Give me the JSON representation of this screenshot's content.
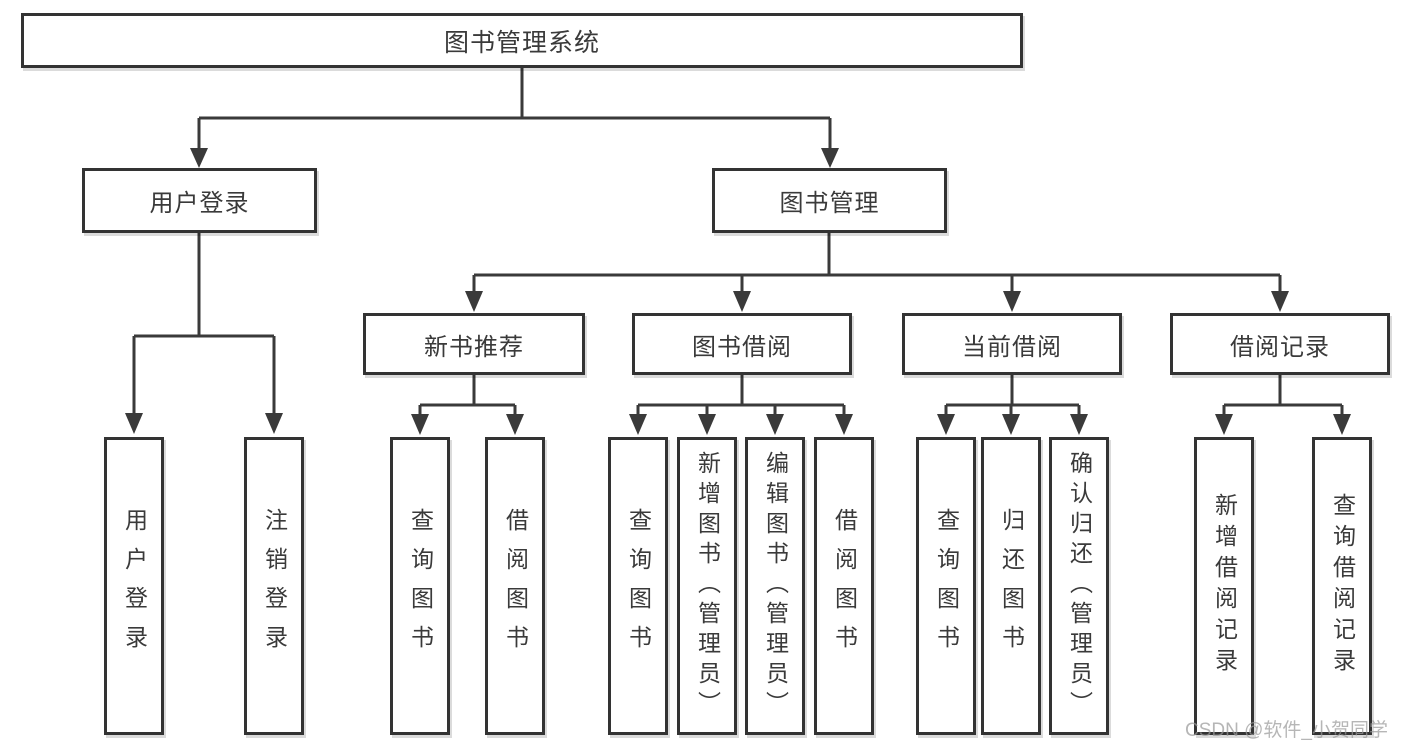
{
  "diagram": {
    "root": "图书管理系统",
    "level2": [
      "用户登录",
      "图书管理"
    ],
    "level3": [
      "新书推荐",
      "图书借阅",
      "当前借阅",
      "借阅记录"
    ],
    "leaves": {
      "user_login": [
        "用户登录",
        "注销登录"
      ],
      "new_book_recommend": [
        "查询图书",
        "借阅图书"
      ],
      "book_borrow": [
        "查询图书",
        "新增图书（管理员）",
        "编辑图书（管理员）",
        "借阅图书"
      ],
      "current_borrow": [
        "查询图书",
        "归还图书",
        "确认归还（管理员）"
      ],
      "borrow_records": [
        "新增借阅记录",
        "查询借阅记录"
      ]
    },
    "watermark": "CSDN @软件_小贺同学",
    "colors": {
      "line": "#3a3a3a",
      "box_border": "#333333",
      "text": "#3a3a3a",
      "watermark": "#9a9a9a",
      "background": "#ffffff"
    }
  }
}
